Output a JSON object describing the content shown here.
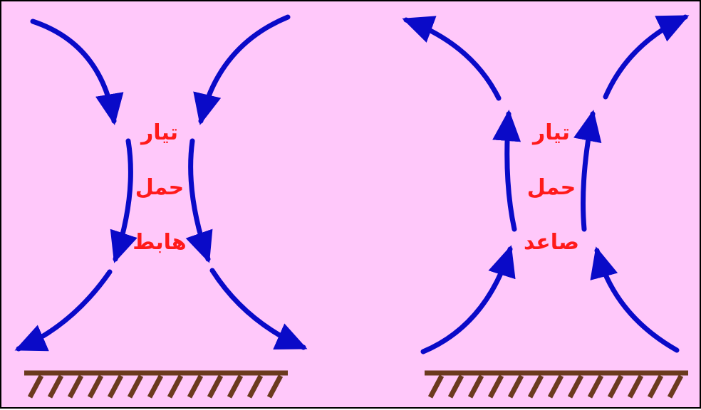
{
  "colors": {
    "background": "#ffc8fa",
    "frame": "#000000",
    "arrow": "#0a0ac8",
    "label": "#ff1a1a",
    "ground": "#6b3a1e"
  },
  "diagrams": [
    {
      "direction": "down",
      "lines": [
        "تيار",
        "حمل",
        "هابط"
      ]
    },
    {
      "direction": "up",
      "lines": [
        "تيار",
        "حمل",
        "صاعد"
      ]
    }
  ]
}
